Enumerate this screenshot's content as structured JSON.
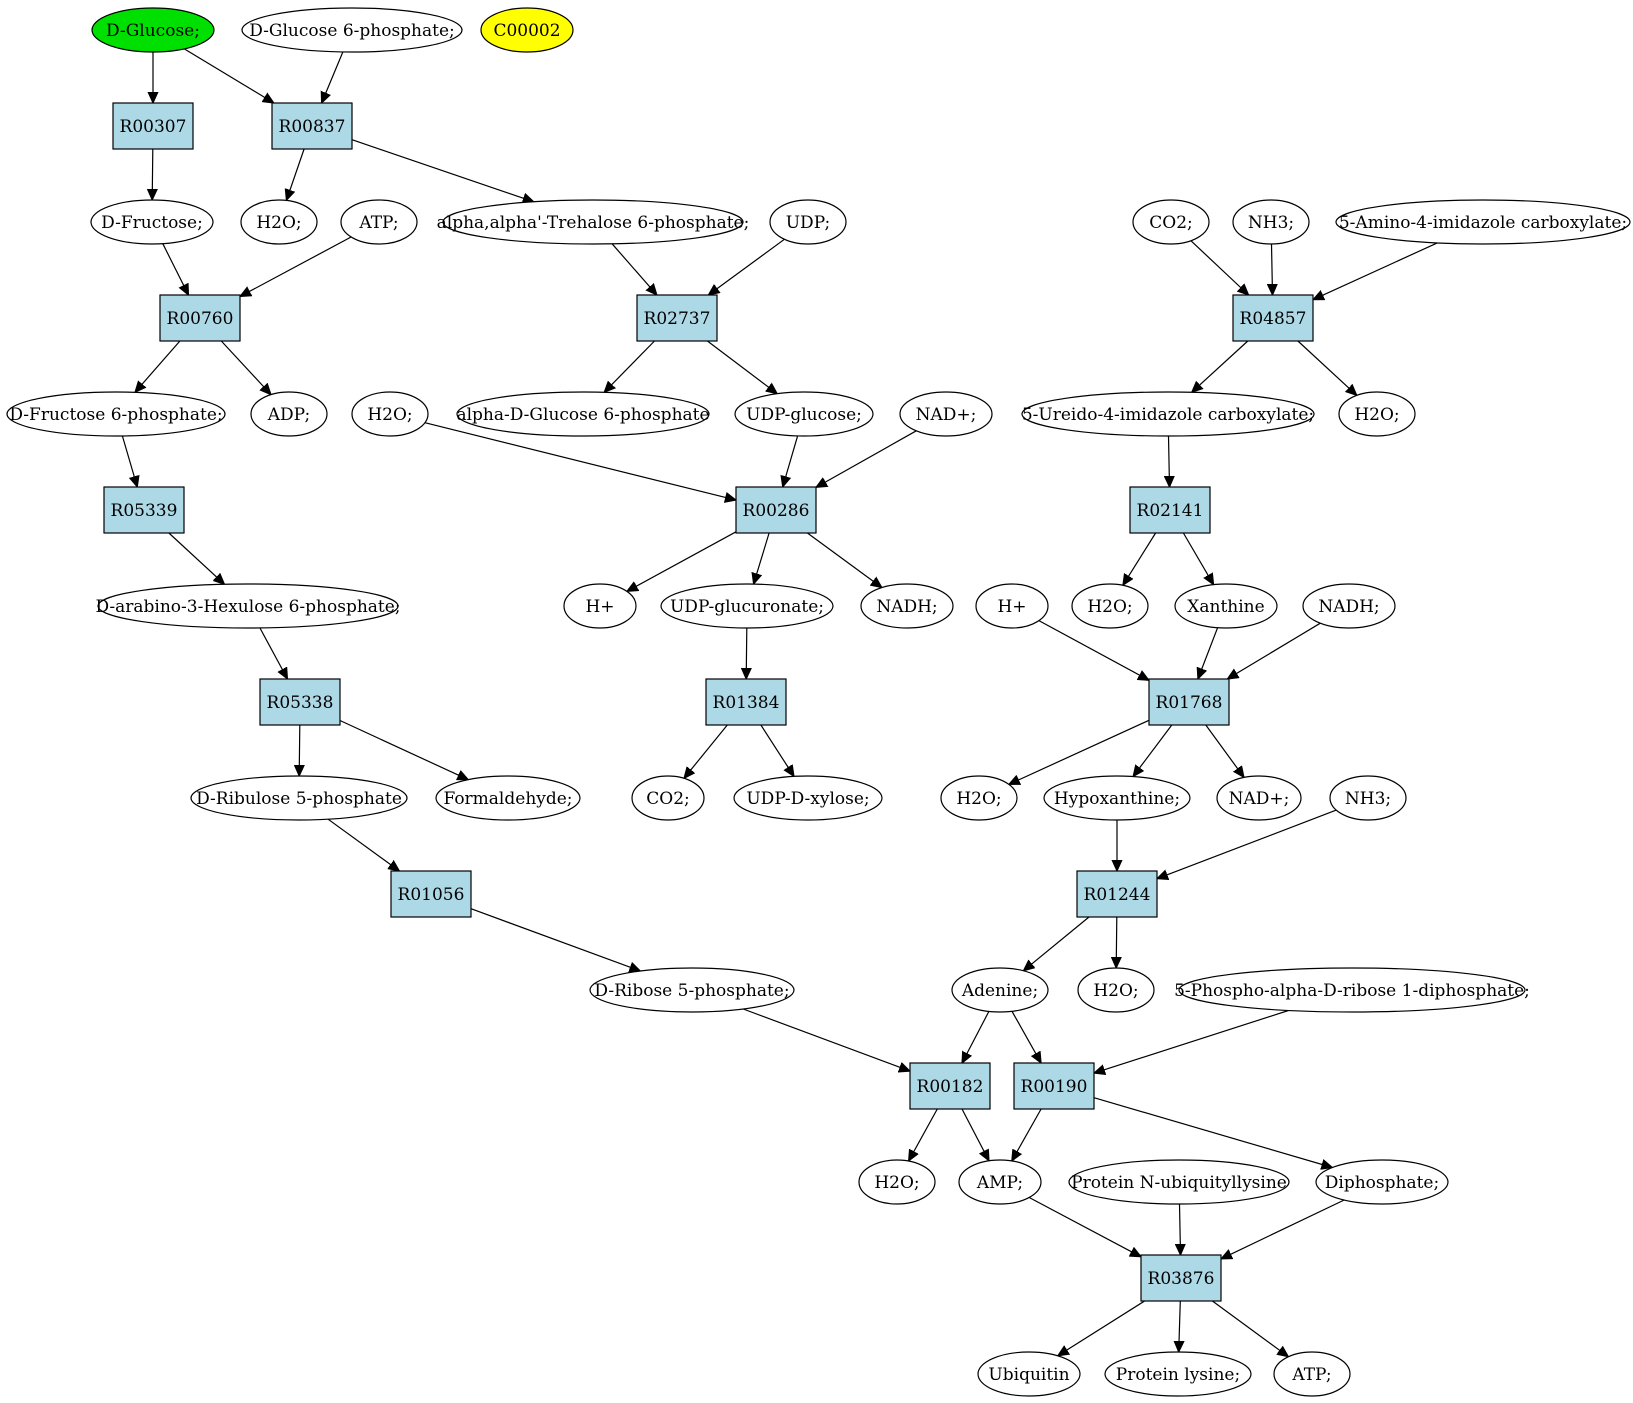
{
  "nodes": [
    {
      "id": "c1",
      "kind": "compound",
      "label": "D-Glucose;",
      "fill": "#00e000"
    },
    {
      "id": "c2",
      "kind": "compound",
      "label": "D-Glucose 6-phosphate;"
    },
    {
      "id": "c3",
      "kind": "compound",
      "label": "C00002",
      "fill": "#ffff00"
    },
    {
      "id": "r1",
      "kind": "reaction",
      "label": "R00307"
    },
    {
      "id": "r2",
      "kind": "reaction",
      "label": "R00837"
    },
    {
      "id": "c4",
      "kind": "compound",
      "label": "D-Fructose;"
    },
    {
      "id": "c5",
      "kind": "compound",
      "label": "H2O;"
    },
    {
      "id": "c6",
      "kind": "compound",
      "label": "ATP;"
    },
    {
      "id": "c7",
      "kind": "compound",
      "label": "alpha,alpha'-Trehalose 6-phosphate;"
    },
    {
      "id": "c8",
      "kind": "compound",
      "label": "UDP;"
    },
    {
      "id": "c9",
      "kind": "compound",
      "label": "CO2;"
    },
    {
      "id": "c10",
      "kind": "compound",
      "label": "NH3;"
    },
    {
      "id": "c11",
      "kind": "compound",
      "label": "5-Amino-4-imidazole carboxylate;"
    },
    {
      "id": "r3",
      "kind": "reaction",
      "label": "R00760"
    },
    {
      "id": "r4",
      "kind": "reaction",
      "label": "R02737"
    },
    {
      "id": "r5",
      "kind": "reaction",
      "label": "R04857"
    },
    {
      "id": "c12",
      "kind": "compound",
      "label": "D-Fructose 6-phosphate;"
    },
    {
      "id": "c13",
      "kind": "compound",
      "label": "ADP;"
    },
    {
      "id": "c14",
      "kind": "compound",
      "label": "H2O;"
    },
    {
      "id": "c15",
      "kind": "compound",
      "label": "alpha-D-Glucose 6-phosphate"
    },
    {
      "id": "c16",
      "kind": "compound",
      "label": "UDP-glucose;"
    },
    {
      "id": "c17",
      "kind": "compound",
      "label": "NAD+;"
    },
    {
      "id": "c18",
      "kind": "compound",
      "label": "5-Ureido-4-imidazole carboxylate;"
    },
    {
      "id": "c19",
      "kind": "compound",
      "label": "H2O;"
    },
    {
      "id": "r6",
      "kind": "reaction",
      "label": "R05339"
    },
    {
      "id": "r7",
      "kind": "reaction",
      "label": "R00286"
    },
    {
      "id": "r8",
      "kind": "reaction",
      "label": "R02141"
    },
    {
      "id": "c20",
      "kind": "compound",
      "label": "D-arabino-3-Hexulose 6-phosphate;"
    },
    {
      "id": "c21",
      "kind": "compound",
      "label": "H+"
    },
    {
      "id": "c22",
      "kind": "compound",
      "label": "UDP-glucuronate;"
    },
    {
      "id": "c23",
      "kind": "compound",
      "label": "NADH;"
    },
    {
      "id": "c24",
      "kind": "compound",
      "label": "H+"
    },
    {
      "id": "c25",
      "kind": "compound",
      "label": "H2O;"
    },
    {
      "id": "c26",
      "kind": "compound",
      "label": "Xanthine"
    },
    {
      "id": "c27",
      "kind": "compound",
      "label": "NADH;"
    },
    {
      "id": "r9",
      "kind": "reaction",
      "label": "R05338"
    },
    {
      "id": "r10",
      "kind": "reaction",
      "label": "R01384"
    },
    {
      "id": "r11",
      "kind": "reaction",
      "label": "R01768"
    },
    {
      "id": "c28",
      "kind": "compound",
      "label": "D-Ribulose 5-phosphate"
    },
    {
      "id": "c29",
      "kind": "compound",
      "label": "Formaldehyde;"
    },
    {
      "id": "c30",
      "kind": "compound",
      "label": "CO2;"
    },
    {
      "id": "c31",
      "kind": "compound",
      "label": "UDP-D-xylose;"
    },
    {
      "id": "c32",
      "kind": "compound",
      "label": "H2O;"
    },
    {
      "id": "c33",
      "kind": "compound",
      "label": "Hypoxanthine;"
    },
    {
      "id": "c34",
      "kind": "compound",
      "label": "NAD+;"
    },
    {
      "id": "c35",
      "kind": "compound",
      "label": "NH3;"
    },
    {
      "id": "r12",
      "kind": "reaction",
      "label": "R01056"
    },
    {
      "id": "r13",
      "kind": "reaction",
      "label": "R01244"
    },
    {
      "id": "c36",
      "kind": "compound",
      "label": "D-Ribose 5-phosphate;"
    },
    {
      "id": "c37",
      "kind": "compound",
      "label": "Adenine;"
    },
    {
      "id": "c38",
      "kind": "compound",
      "label": "H2O;"
    },
    {
      "id": "c39",
      "kind": "compound",
      "label": "5-Phospho-alpha-D-ribose 1-diphosphate;"
    },
    {
      "id": "r14",
      "kind": "reaction",
      "label": "R00182"
    },
    {
      "id": "r15",
      "kind": "reaction",
      "label": "R00190"
    },
    {
      "id": "c40",
      "kind": "compound",
      "label": "H2O;"
    },
    {
      "id": "c41",
      "kind": "compound",
      "label": "AMP;"
    },
    {
      "id": "c42",
      "kind": "compound",
      "label": "Protein N-ubiquityllysine"
    },
    {
      "id": "c43",
      "kind": "compound",
      "label": "Diphosphate;"
    },
    {
      "id": "r16",
      "kind": "reaction",
      "label": "R03876"
    },
    {
      "id": "c44",
      "kind": "compound",
      "label": "Ubiquitin"
    },
    {
      "id": "c45",
      "kind": "compound",
      "label": "Protein lysine;"
    },
    {
      "id": "c46",
      "kind": "compound",
      "label": "ATP;"
    }
  ],
  "edges": [
    [
      "c1",
      "r1"
    ],
    [
      "c1",
      "r2"
    ],
    [
      "c2",
      "r2"
    ],
    [
      "r1",
      "c4"
    ],
    [
      "r2",
      "c5"
    ],
    [
      "r2",
      "c7"
    ],
    [
      "c4",
      "r3"
    ],
    [
      "c6",
      "r3"
    ],
    [
      "c7",
      "r4"
    ],
    [
      "c8",
      "r4"
    ],
    [
      "c9",
      "r5"
    ],
    [
      "c10",
      "r5"
    ],
    [
      "c11",
      "r5"
    ],
    [
      "r3",
      "c12"
    ],
    [
      "r3",
      "c13"
    ],
    [
      "r4",
      "c15"
    ],
    [
      "r4",
      "c16"
    ],
    [
      "r5",
      "c18"
    ],
    [
      "r5",
      "c19"
    ],
    [
      "c12",
      "r6"
    ],
    [
      "c14",
      "r7"
    ],
    [
      "c16",
      "r7"
    ],
    [
      "c17",
      "r7"
    ],
    [
      "c18",
      "r8"
    ],
    [
      "r6",
      "c20"
    ],
    [
      "r7",
      "c21"
    ],
    [
      "r7",
      "c22"
    ],
    [
      "r7",
      "c23"
    ],
    [
      "r8",
      "c25"
    ],
    [
      "r8",
      "c26"
    ],
    [
      "c20",
      "r9"
    ],
    [
      "c22",
      "r10"
    ],
    [
      "c24",
      "r11"
    ],
    [
      "c26",
      "r11"
    ],
    [
      "c27",
      "r11"
    ],
    [
      "r9",
      "c28"
    ],
    [
      "r9",
      "c29"
    ],
    [
      "r10",
      "c30"
    ],
    [
      "r10",
      "c31"
    ],
    [
      "r11",
      "c32"
    ],
    [
      "r11",
      "c33"
    ],
    [
      "r11",
      "c34"
    ],
    [
      "c28",
      "r12"
    ],
    [
      "c33",
      "r13"
    ],
    [
      "c35",
      "r13"
    ],
    [
      "r12",
      "c36"
    ],
    [
      "r13",
      "c37"
    ],
    [
      "r13",
      "c38"
    ],
    [
      "c36",
      "r14"
    ],
    [
      "c37",
      "r14"
    ],
    [
      "c37",
      "r15"
    ],
    [
      "c39",
      "r15"
    ],
    [
      "r14",
      "c40"
    ],
    [
      "r14",
      "c41"
    ],
    [
      "r15",
      "c41"
    ],
    [
      "r15",
      "c43"
    ],
    [
      "c41",
      "r16"
    ],
    [
      "c42",
      "r16"
    ],
    [
      "c43",
      "r16"
    ],
    [
      "r16",
      "c44"
    ],
    [
      "r16",
      "c45"
    ],
    [
      "r16",
      "c46"
    ]
  ]
}
